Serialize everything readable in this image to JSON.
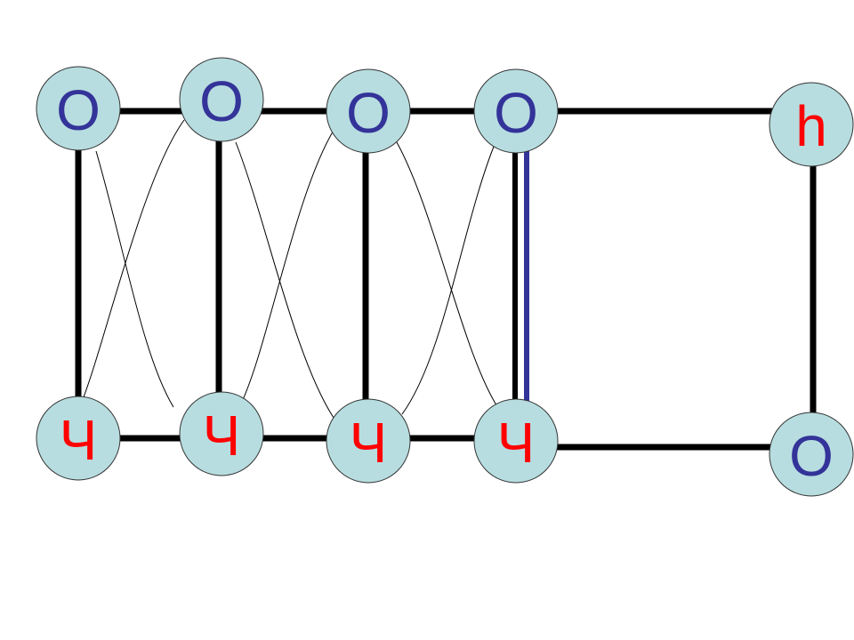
{
  "colors": {
    "node_fill": "#b7dde0",
    "blue": "#333399",
    "red": "#ff0000",
    "edge": "#000000"
  },
  "nodes": {
    "top": [
      {
        "label": "О",
        "color": "blue"
      },
      {
        "label": "О",
        "color": "blue"
      },
      {
        "label": "О",
        "color": "blue"
      },
      {
        "label": "О",
        "color": "blue"
      },
      {
        "label": "h",
        "color": "red"
      }
    ],
    "bottom": [
      {
        "label": "Ч",
        "color": "red"
      },
      {
        "label": "Ч",
        "color": "red"
      },
      {
        "label": "Ч",
        "color": "red"
      },
      {
        "label": "Ч",
        "color": "red"
      },
      {
        "label": "О",
        "color": "blue"
      }
    ]
  }
}
